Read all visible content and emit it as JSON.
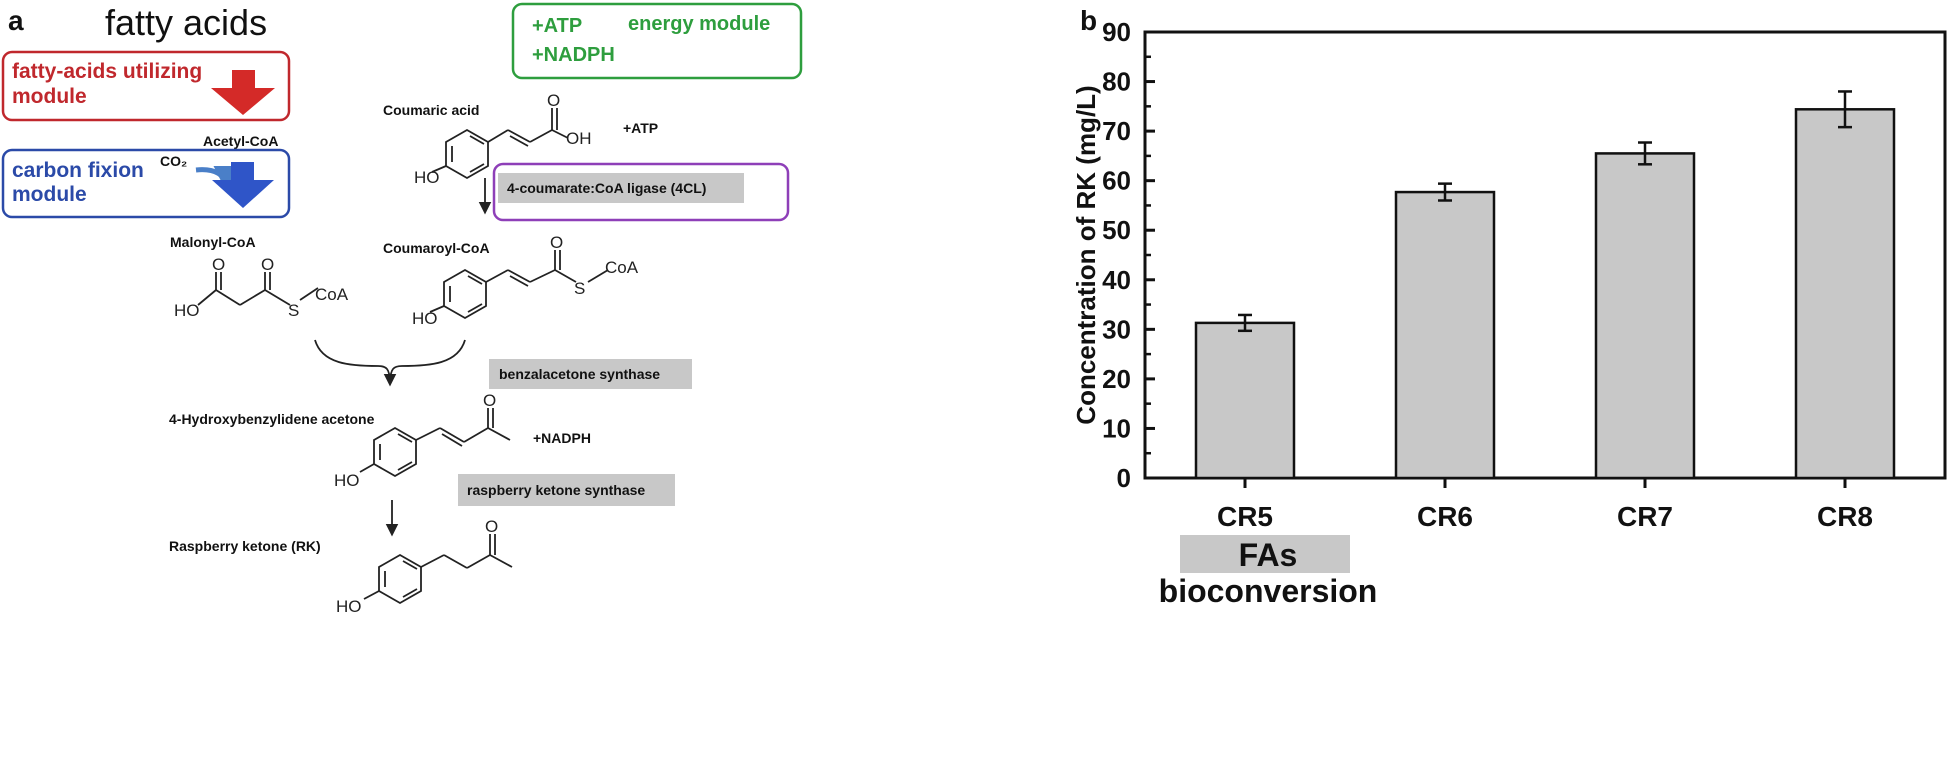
{
  "panel_a": {
    "label": "a",
    "title": "fatty acids",
    "energy_module": {
      "atp": "+ATP",
      "nadph": "+NADPH",
      "label": "energy module",
      "color": "#2e9e3e"
    },
    "fa_module": {
      "line1": "fatty-acids utilizing",
      "line2": "module",
      "color": "#c0282d"
    },
    "cf_module": {
      "line1": "carbon fixion",
      "line2": "module",
      "co2": "CO₂",
      "color": "#2b4aa8"
    },
    "metabolites": {
      "acetyl_coa": "Acetyl-CoA",
      "malonyl_coa": "Malonyl-CoA",
      "coumaric_acid": "Coumaric acid",
      "coumaroyl_coa": "Coumaroyl-CoA",
      "hydroxybenzylidene": "4-Hydroxybenzylidene acetone",
      "raspberry_ketone": "Raspberry ketone (RK)"
    },
    "cofactors": {
      "atp": "+ATP",
      "nadph": "+NADPH"
    },
    "enzymes": {
      "ligase": "4-coumarate:CoA ligase (4CL)",
      "bas": "benzalacetone synthase",
      "rks": "raspberry ketone synthase"
    },
    "ligase_box_color": "#8e3fb8",
    "atoms": {
      "o": "O",
      "oh": "OH",
      "ho": "HO",
      "s": "S",
      "coa": "CoA"
    }
  },
  "panel_b": {
    "label": "b",
    "chart_data": {
      "type": "bar",
      "categories": [
        "CR5",
        "CR6",
        "CR7",
        "CR8"
      ],
      "values": [
        31.3,
        57.7,
        65.5,
        74.4
      ],
      "errors": [
        1.6,
        1.7,
        2.2,
        3.6
      ],
      "ylabel": "Concentration of RK (mg/L)",
      "xlabel_line1": "FAs",
      "xlabel_line2": "bioconversion",
      "ylim": [
        0,
        90
      ],
      "yticks": [
        "0",
        "10",
        "20",
        "30",
        "40",
        "50",
        "60",
        "70",
        "80",
        "90"
      ],
      "bar_color": "#c8c8c8",
      "grid": false
    }
  }
}
